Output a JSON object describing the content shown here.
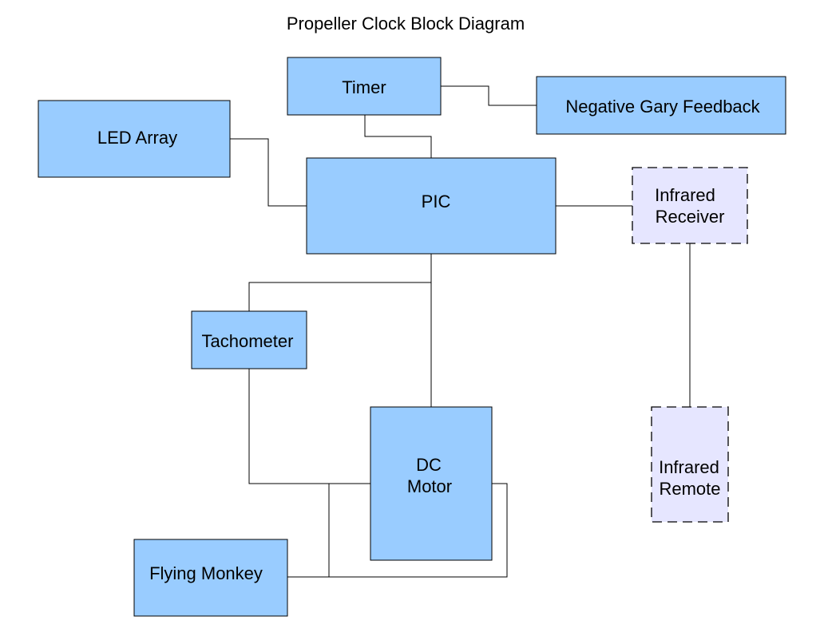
{
  "title": "Propeller Clock Block Diagram",
  "colors": {
    "block_fill": "#99ccff",
    "external_block_fill": "#e6e6ff",
    "line": "#000000",
    "background": "#ffffff"
  },
  "blocks": {
    "timer": {
      "lines": [
        "Timer"
      ]
    },
    "negative_gary_feedback": {
      "lines": [
        "Negative Gary Feedback"
      ]
    },
    "led_array": {
      "lines": [
        "LED Array"
      ]
    },
    "pic": {
      "lines": [
        "PIC"
      ]
    },
    "infrared_receiver": {
      "lines": [
        "Infrared",
        "Receiver"
      ]
    },
    "tachometer": {
      "lines": [
        "Tachometer"
      ]
    },
    "dc_motor": {
      "lines": [
        "DC",
        "Motor"
      ]
    },
    "infrared_remote": {
      "lines": [
        "Infrared",
        "Remote"
      ]
    },
    "flying_monkey": {
      "lines": [
        "Flying Monkey"
      ]
    }
  }
}
